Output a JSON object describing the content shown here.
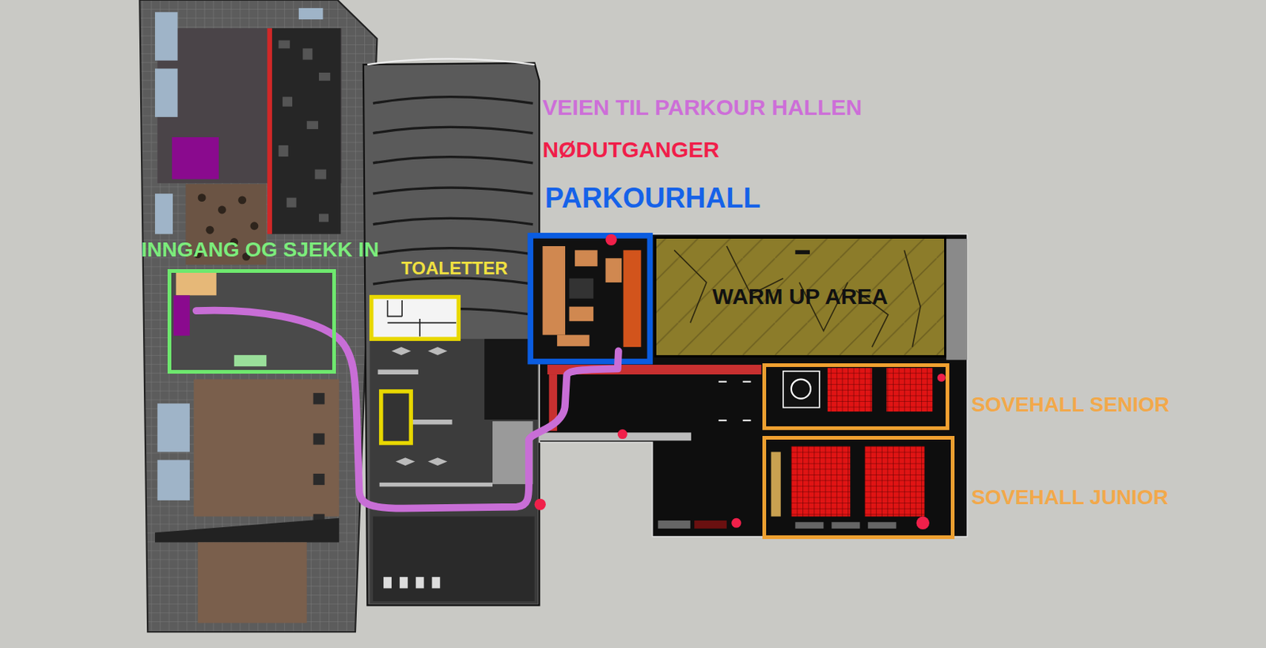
{
  "diagram": {
    "nodes": [
      {
        "text": [
          "INNGANG OG SJEKK IN"
        ]
      },
      {
        "text": [
          "TOALETTER"
        ]
      },
      {
        "text": [
          "WARM UP AREA"
        ]
      },
      {
        "text": [
          "SOVEHALL SENIOR"
        ]
      },
      {
        "text": [
          "SOVEHALL JUNIOR"
        ]
      }
    ],
    "legend": [
      {
        "text": "VEIEN TIL PARKOUR HALLEN",
        "color": "#cd6ed8"
      },
      {
        "text": "NØDUTGANGER",
        "color": "#f01e4a"
      },
      {
        "text": "PARKOURHALL",
        "color": "#1662e8"
      }
    ]
  }
}
